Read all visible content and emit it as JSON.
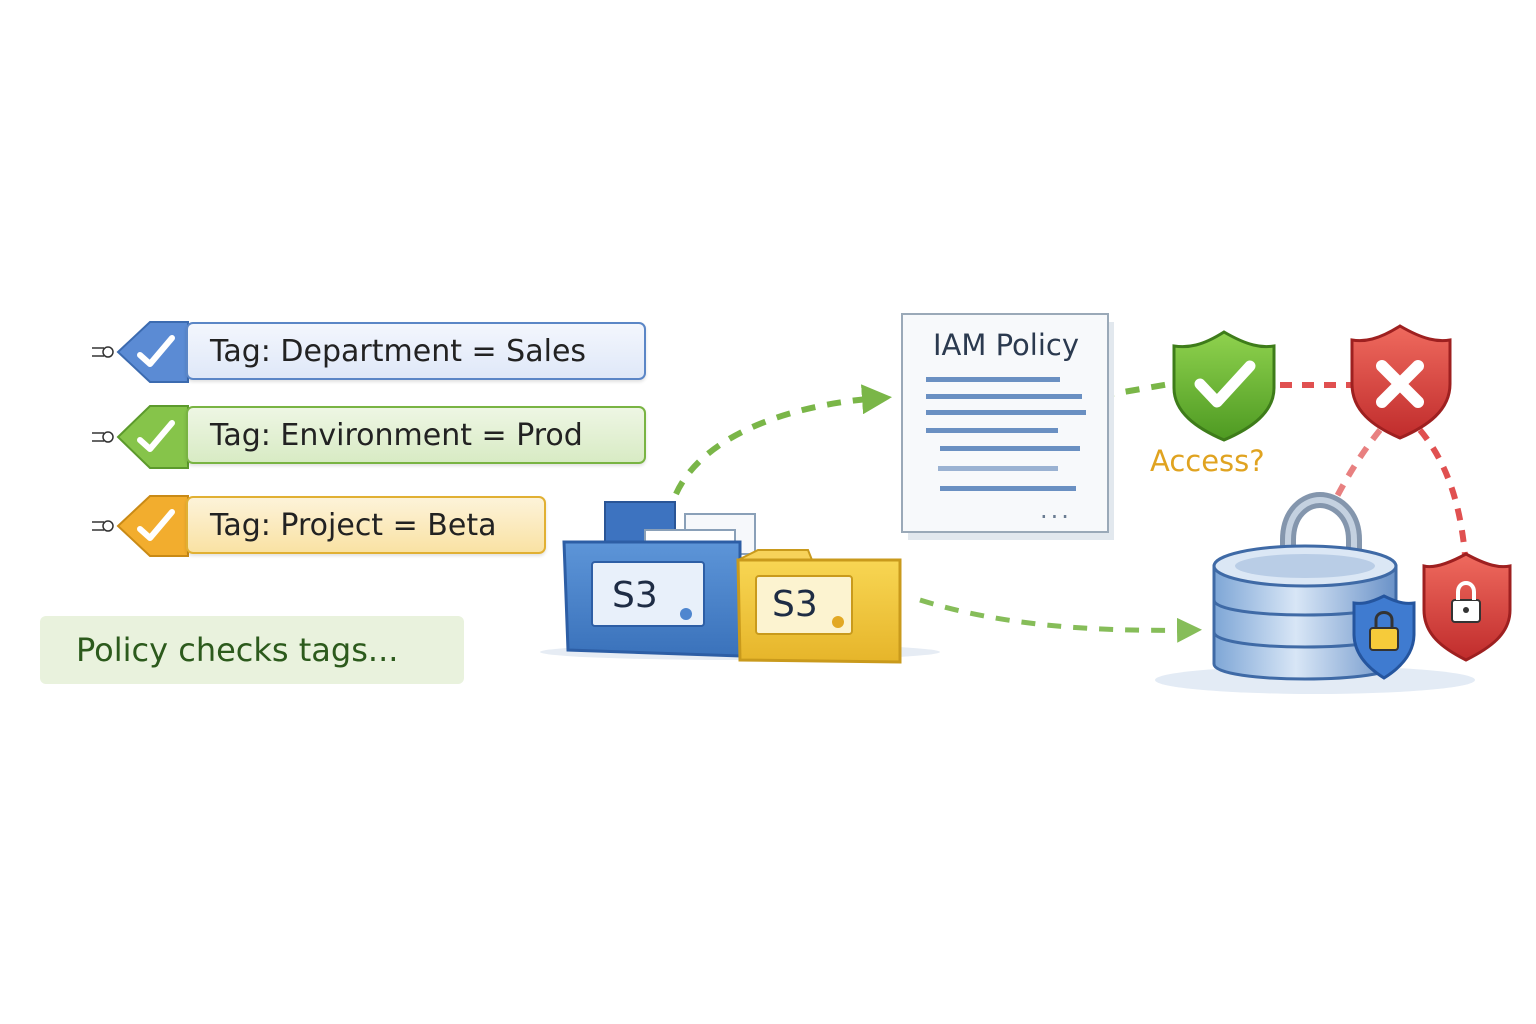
{
  "tags": [
    {
      "label": "Tag: Department = Sales",
      "color": "#4f7fd0"
    },
    {
      "label": "Tag: Environment = Prod",
      "color": "#7bbd3c"
    },
    {
      "label": "Tag: Project = Beta",
      "color": "#f0a828"
    }
  ],
  "note": {
    "text": "Policy checks tags..."
  },
  "policy_doc": {
    "title": "IAM Policy",
    "footer": "..."
  },
  "access_label": "Access?",
  "buckets": [
    {
      "label": "S3",
      "color": "#4f86cf"
    },
    {
      "label": "S3",
      "color": "#f3c83a"
    }
  ],
  "icons": {
    "allow": "check-shield-icon",
    "deny": "x-shield-icon",
    "database_lock": "padlock-icon",
    "small_lock": "lock-shield-icon",
    "tag": "tag-check-icon"
  },
  "colors": {
    "allow": "#58a62e",
    "deny": "#d64040",
    "flow": "#7ab648",
    "deny_flow": "#e05050"
  }
}
